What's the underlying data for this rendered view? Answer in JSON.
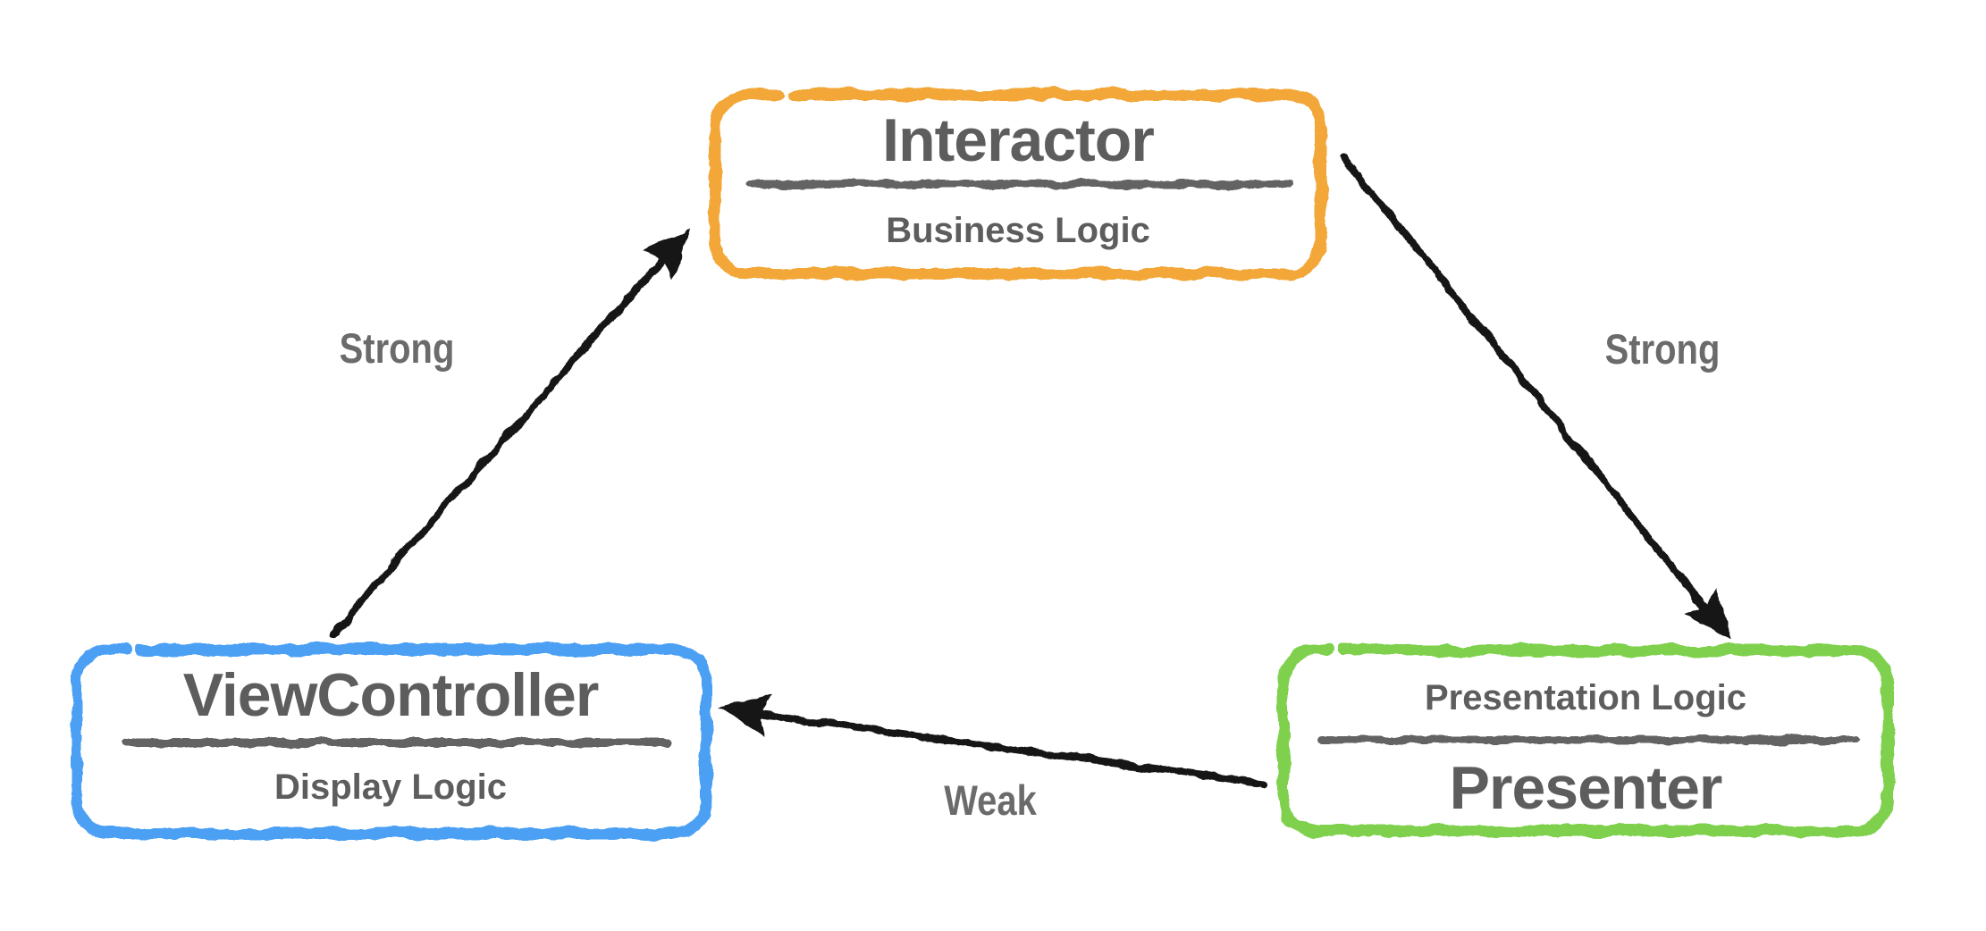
{
  "diagram": {
    "background_color": "#ffffff",
    "nodes": {
      "interactor": {
        "title": "Interactor",
        "subtitle": "Business Logic",
        "border_color": "#F2A738"
      },
      "viewcontroller": {
        "title": "ViewController",
        "subtitle": "Display Logic",
        "border_color": "#4BA0F4"
      },
      "presenter": {
        "title": "Presenter",
        "subtitle": "Presentation Logic",
        "border_color": "#7FD14E"
      }
    },
    "edges": {
      "viewcontroller_to_interactor": {
        "from": "ViewController",
        "to": "Interactor",
        "label": "Strong"
      },
      "interactor_to_presenter": {
        "from": "Interactor",
        "to": "Presenter",
        "label": "Strong"
      },
      "presenter_to_viewcontroller": {
        "from": "Presenter",
        "to": "ViewController",
        "label": "Weak"
      }
    },
    "colors": {
      "node_text": "#5d5d5d",
      "divider": "#646464",
      "arrow": "#181818",
      "edge_label": "#6b6b6b"
    }
  }
}
